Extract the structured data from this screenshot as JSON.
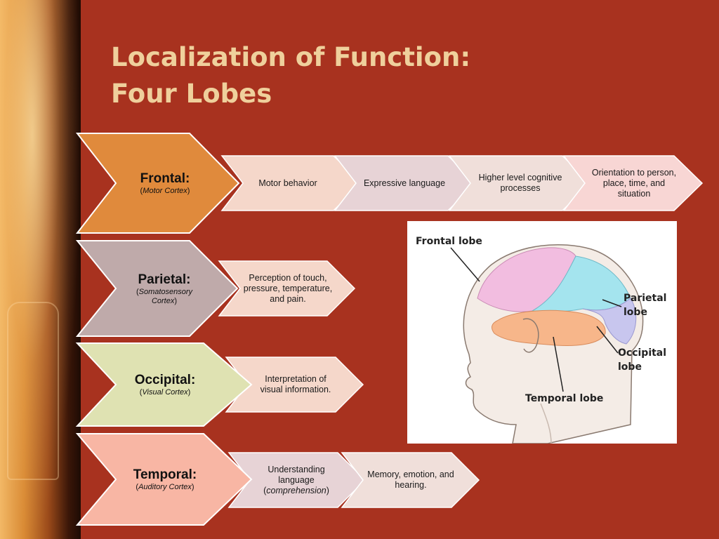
{
  "title": {
    "line1": "Localization of Function:",
    "line2": "Four Lobes"
  },
  "lobes": [
    {
      "name": "Frontal:",
      "sub_open": "(",
      "sub": "Motor Cortex",
      "sub_close": ")",
      "items": [
        "Motor behavior",
        "Expressive language",
        "Higher level cognitive processes",
        "Orientation to person, place, time, and situation"
      ]
    },
    {
      "name": "Parietal:",
      "sub_open": "(",
      "sub": "Somatosensory Cortex",
      "sub_close": ")",
      "items": [
        "Perception of touch, pressure, temperature, and pain."
      ]
    },
    {
      "name": "Occipital:",
      "sub_open": "(",
      "sub": "Visual Cortex",
      "sub_close": ")",
      "items": [
        "Interpretation of visual information."
      ]
    },
    {
      "name": "Temporal:",
      "sub_open": "(",
      "sub": "Auditory Cortex",
      "sub_close": ")",
      "items": [
        {
          "pre": "Understanding language (",
          "em": "comprehension",
          "post": ")"
        },
        "Memory, emotion, and hearing."
      ]
    }
  ],
  "diagram": {
    "frontal_label": "Frontal lobe",
    "parietal_label_1": "Parietal",
    "parietal_label_2": "lobe",
    "occipital_label_1": "Occipital",
    "occipital_label_2": "lobe",
    "temporal_label": "Temporal lobe"
  },
  "colors": {
    "background": "#a8321f",
    "title": "#efd09c",
    "frontal": "#e08a3c",
    "parietal": "#bfaaaa",
    "occipital": "#dfe2b2",
    "temporal": "#f8b6a4",
    "chevron_light": "#f7dcd0",
    "chevron_mid": "#e7d3d6"
  }
}
